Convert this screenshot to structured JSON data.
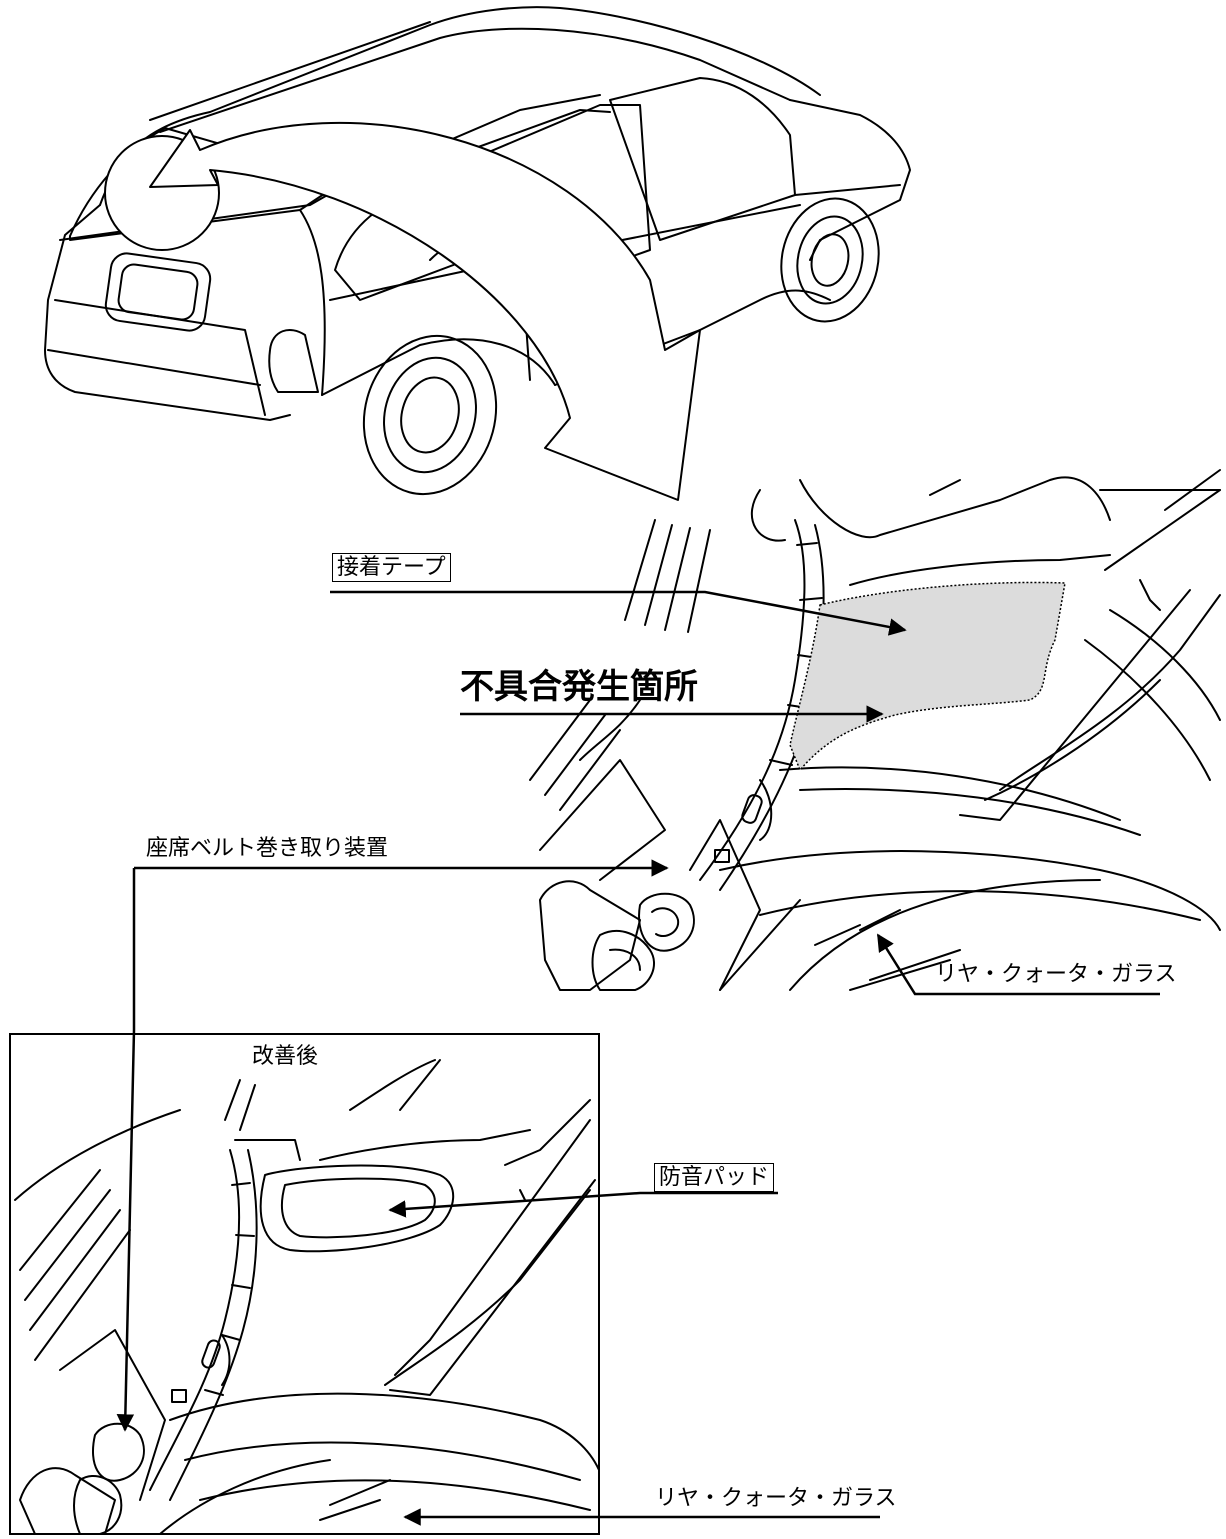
{
  "labels": {
    "adhesive_tape": "接着テープ",
    "defect_location": "不具合発生箇所",
    "seatbelt_retractor": "座席ベルト巻き取り装置",
    "rear_quarter_glass_top": "リヤ・クォータ・ガラス",
    "after_improvement": "改善後",
    "sound_pad": "防音パッド",
    "rear_quarter_glass_bottom": "リヤ・クォータ・ガラス"
  },
  "colors": {
    "line": "#000000",
    "defect_fill": "#dcdcdc",
    "background": "#ffffff"
  }
}
